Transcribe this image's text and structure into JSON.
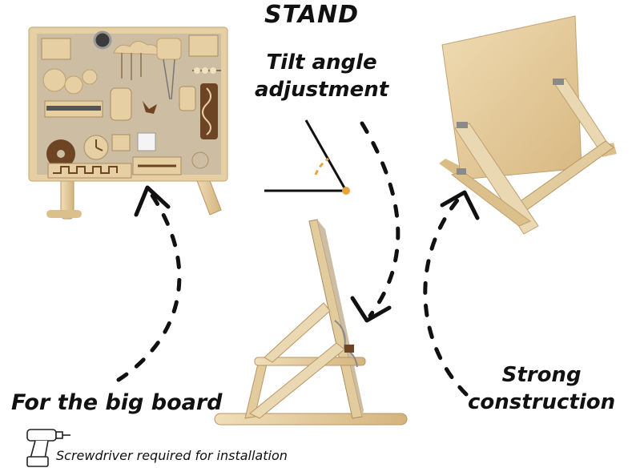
{
  "title": "STAND",
  "labels": {
    "tilt_line1": "Tilt angle",
    "tilt_line2": "adjustment",
    "strong_line1": "Strong",
    "strong_line2": "construction",
    "big_board": "For the big board",
    "screwdriver_note": "Screwdriver required for installation"
  },
  "icons": [
    "screwdriver-icon",
    "angle-diagram-icon"
  ],
  "colors": {
    "wood_light": "#e9d3a5",
    "wood_mid": "#d9bd86",
    "wood_dark": "#b99564",
    "board_panel": "#cdbda3",
    "brown_piece": "#6e4524",
    "angle_accent": "#e8a43a",
    "ink": "#111111"
  }
}
